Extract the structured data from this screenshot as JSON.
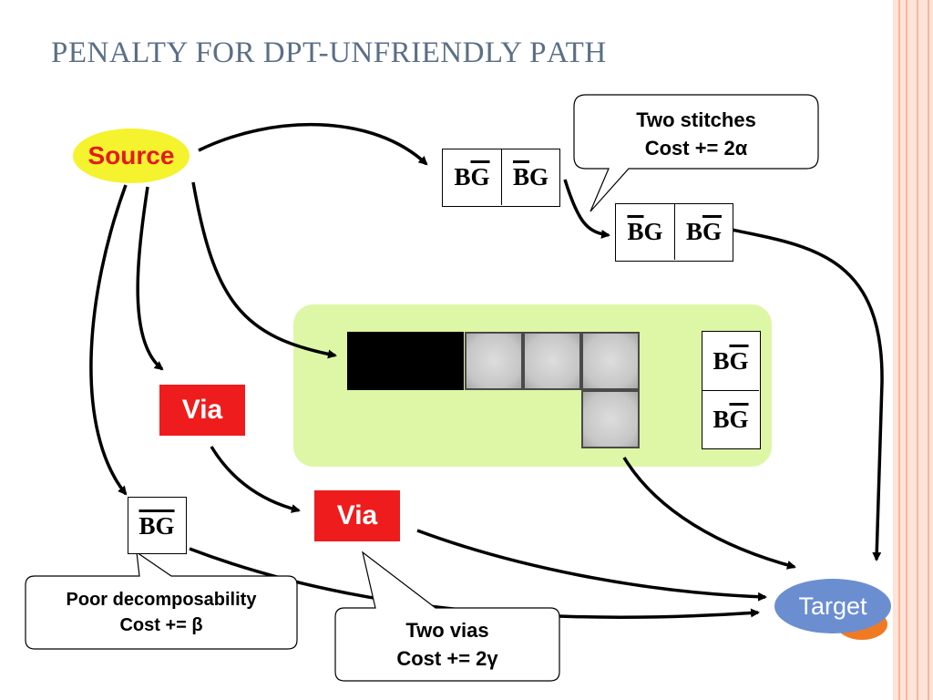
{
  "title": {
    "parts": [
      "P",
      "ENALTY FOR ",
      "DPT-U",
      "NFRIENDLY ",
      "P",
      "ATH"
    ],
    "text": "Penalty for DPT-Unfriendly Path"
  },
  "nodes": {
    "source": "Source",
    "target": "Target",
    "via1": "Via",
    "via2": "Via"
  },
  "bg": {
    "b": "B",
    "g": "G"
  },
  "callouts": {
    "stitches": {
      "line1": "Two stitches",
      "line2": "Cost += 2α"
    },
    "decomposability": {
      "line1": "Poor decomposability",
      "line2": "Cost += β"
    },
    "vias": {
      "line1": "Two vias",
      "line2": "Cost += 2γ"
    }
  },
  "colors": {
    "title": "#5b6f86",
    "source_fill": "#f5f22e",
    "source_text": "#e21b1b",
    "via_fill": "#ee1c1c",
    "target_fill": "#6b8ed1",
    "region_fill": "#ddf7a6",
    "stripe": "#fde3d8"
  }
}
